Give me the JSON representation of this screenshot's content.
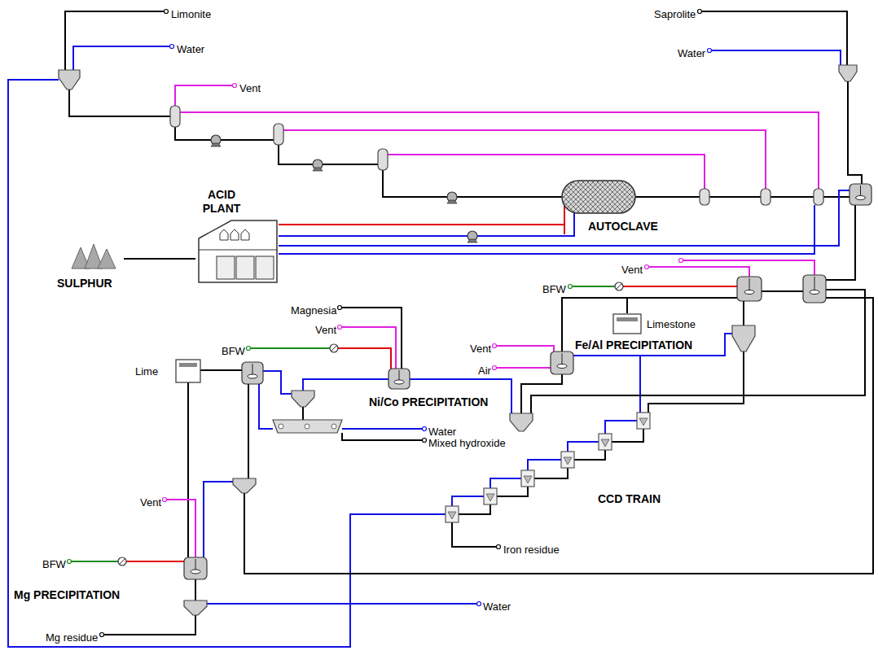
{
  "diagram": {
    "nodes": [
      {
        "text": [
          "ACID PLANT"
        ]
      },
      {
        "text": [
          "AUTOCLAVE"
        ]
      },
      {
        "text": [
          "SULPHUR"
        ]
      },
      {
        "text": [
          "Limestone"
        ]
      },
      {
        "text": [
          "Lime"
        ]
      }
    ],
    "edges": [
      {
        "from": 2,
        "to": 0,
        "arrow": "none"
      },
      {
        "from": 0,
        "to": 1,
        "arrow": "none"
      },
      {
        "from": 0,
        "to": 1,
        "arrow": "none"
      }
    ],
    "labels": [
      "Limonite",
      "Water",
      "Vent",
      "Saprolite",
      "Water",
      "Vent",
      "BFW",
      "Vent",
      "Air",
      "Fe/Al PRECIPITATION",
      "Magnesia",
      "Vent",
      "BFW",
      "Ni/Co PRECIPITATION",
      "Water",
      "Mixed hydroxide",
      "CCD TRAIN",
      "Iron residue",
      "Vent",
      "BFW",
      "Mg PRECIPITATION",
      "Water",
      "Mg residue"
    ]
  }
}
